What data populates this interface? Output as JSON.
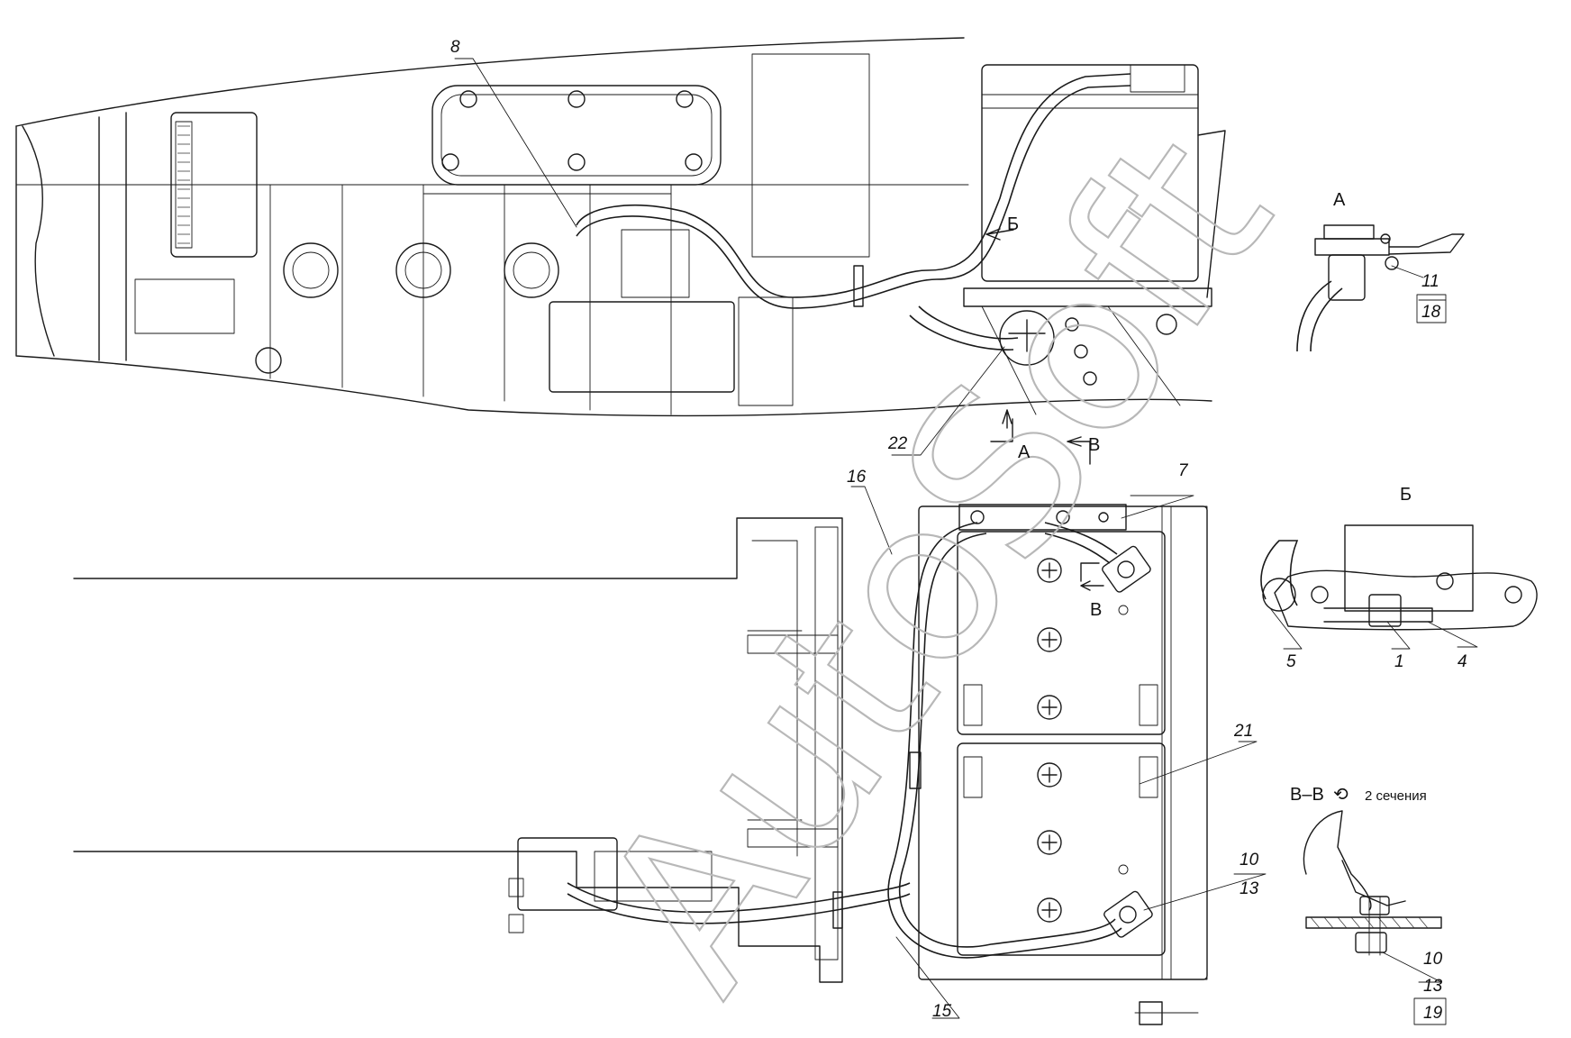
{
  "watermark": "AutoSoft",
  "views": {
    "a_label": "А",
    "b_label": "Б",
    "v_section_label": "В–В",
    "v_section_note": "2 сечения",
    "arrow_b_label": "Б",
    "arrow_a_label": "А",
    "arrow_v_top_label": "В",
    "arrow_v_plan_label": "В"
  },
  "callouts": {
    "c8": "8",
    "c22": "22",
    "c16": "16",
    "c7": "7",
    "c21": "21",
    "c10_plan": "10",
    "c13_plan": "13",
    "c15": "15",
    "c11": "11",
    "c18": "18",
    "c5": "5",
    "c1": "1",
    "c4": "4",
    "c10_sec": "10",
    "c13_sec": "13",
    "c19_sec": "19"
  },
  "colors": {
    "line": "#1a1a1a",
    "watermark": "#b8b8b8",
    "background": "#ffffff"
  }
}
